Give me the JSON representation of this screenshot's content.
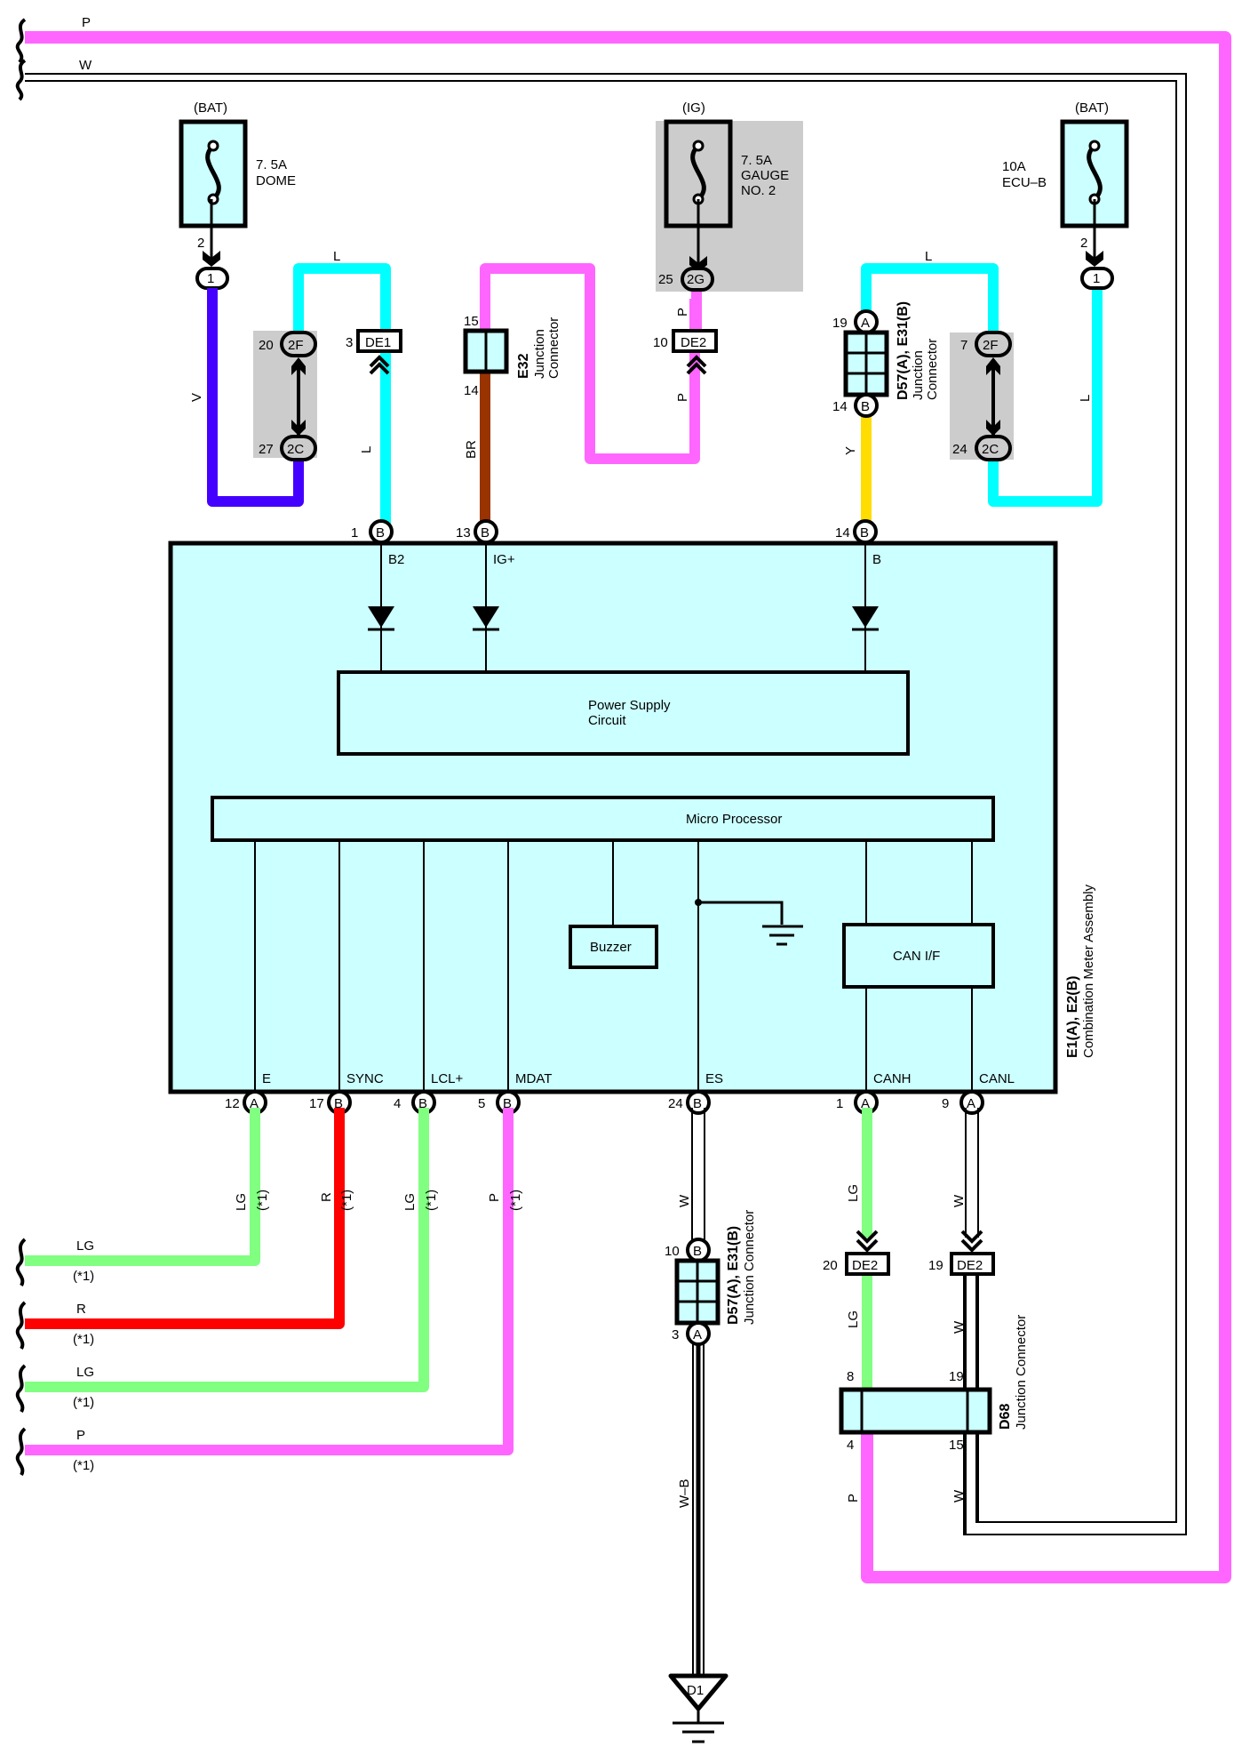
{
  "diagram": {
    "title": "Combination Meter Assembly wiring",
    "colors": {
      "P": "#ff66ff",
      "L": "#00ffff",
      "V": "#4400ff",
      "BR": "#993300",
      "Y": "#ffdd00",
      "LG": "#80ff80",
      "R": "#ff0000",
      "W": "#ffffff",
      "component_fill": "#ccffff",
      "shade": "#cccccc"
    },
    "top_wires": {
      "p_label": "P",
      "w_label": "W"
    },
    "fuses": [
      {
        "supply": "(BAT)",
        "rating": "7. 5A",
        "name": "DOME",
        "pin": "2",
        "conn_pin": "1"
      },
      {
        "supply": "(IG)",
        "rating": "7. 5A",
        "name": "GAUGE",
        "name2": "NO. 2",
        "conn_pin_no": "25",
        "conn": "2G"
      },
      {
        "supply": "(BAT)",
        "rating": "10A",
        "name": "ECU–B",
        "pin": "2",
        "conn_pin": "1"
      }
    ],
    "left_branch": {
      "wire_v": "V",
      "wire_l_top": "L",
      "wire_l_side": "L",
      "jc_top": {
        "no": "20",
        "id": "2F"
      },
      "jc_bottom": {
        "no": "27",
        "id": "2C"
      },
      "de1": {
        "no": "3",
        "id": "DE1"
      }
    },
    "e32": {
      "pin_top": "15",
      "pin_bottom": "14",
      "code": "E32",
      "desc1": "Junction",
      "desc2": "Connector",
      "wire_bottom": "BR"
    },
    "gauge_branch": {
      "wire_p1": "P",
      "wire_p2": "P",
      "de2": {
        "no": "10",
        "id": "DE2"
      }
    },
    "right_branch": {
      "jc": {
        "pin_top": "19",
        "pin_top_id": "A",
        "pin_bottom": "14",
        "pin_bottom_id": "B",
        "code": "D57(A), E31(B)",
        "desc1": "Junction",
        "desc2": "Connector"
      },
      "wire_y": "Y",
      "wire_l_top": "L",
      "wire_l_side": "L",
      "jc_top": {
        "no": "7",
        "id": "2F"
      },
      "jc_bottom": {
        "no": "24",
        "id": "2C"
      }
    },
    "meter": {
      "code": "E1(A), E2(B)",
      "name": "Combination Meter Assembly",
      "top_pins": [
        {
          "no": "1",
          "id": "B",
          "signal": "B2"
        },
        {
          "no": "13",
          "id": "B",
          "signal": "IG+"
        },
        {
          "no": "14",
          "id": "B",
          "signal": "B"
        }
      ],
      "power_supply": "Power Supply",
      "power_supply2": "Circuit",
      "micro": "Micro Processor",
      "buzzer": "Buzzer",
      "can_if": "CAN I/F",
      "bottom_pins": [
        {
          "no": "12",
          "id": "A",
          "signal": "E"
        },
        {
          "no": "17",
          "id": "B",
          "signal": "SYNC"
        },
        {
          "no": "4",
          "id": "B",
          "signal": "LCL+"
        },
        {
          "no": "5",
          "id": "B",
          "signal": "MDAT"
        },
        {
          "no": "24",
          "id": "B",
          "signal": "ES"
        },
        {
          "no": "1",
          "id": "A",
          "signal": "CANH"
        },
        {
          "no": "9",
          "id": "A",
          "signal": "CANL"
        }
      ]
    },
    "left_outputs": [
      {
        "color": "LG",
        "note": "(*1)"
      },
      {
        "color": "R",
        "note": "(*1)"
      },
      {
        "color": "LG",
        "note": "(*1)"
      },
      {
        "color": "P",
        "note": "(*1)"
      }
    ],
    "ground_branch": {
      "wire_w": "W",
      "jc": {
        "pin_top": "10",
        "pin_top_id": "B",
        "pin_bottom": "3",
        "pin_bottom_id": "A",
        "code": "D57(A), E31(B)",
        "desc": "Junction Connector"
      },
      "wire_wb": "W–B",
      "ground": "D1"
    },
    "can_branch": {
      "canh_wire": "LG",
      "canl_wire": "W",
      "de2_left": {
        "no": "20",
        "id": "DE2"
      },
      "de2_right": {
        "no": "19",
        "id": "DE2"
      },
      "d68": {
        "pin_tl": "8",
        "pin_tr": "19",
        "pin_bl": "4",
        "pin_br": "15",
        "code": "D68",
        "desc": "Junction Connector"
      },
      "below_left": "P",
      "below_right": "W"
    }
  }
}
